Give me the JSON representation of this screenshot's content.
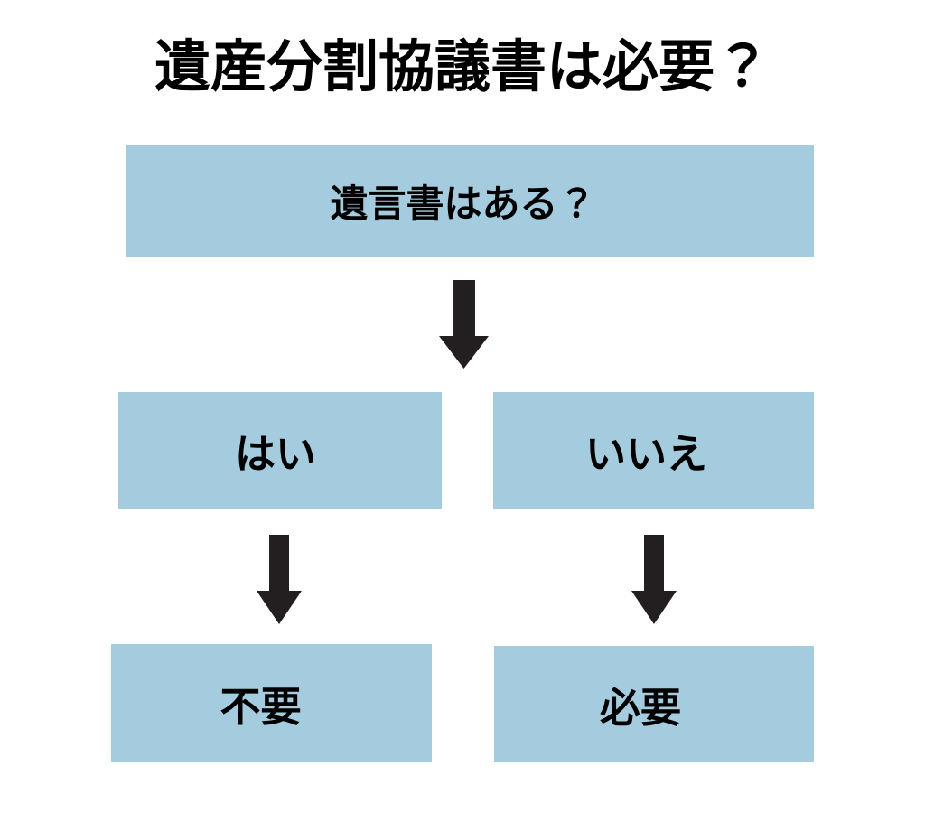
{
  "page": {
    "title": "遺産分割協議書は必要？",
    "background_color": "#ffffff"
  },
  "colors": {
    "node_fill": "#a5ccde",
    "text": "#000000",
    "arrow": "#231f20"
  },
  "flowchart": {
    "type": "decision-tree",
    "heading": "遺産分割協議書は必要？",
    "nodes": [
      {
        "id": "root",
        "label": "遺言書はある？",
        "role": "question",
        "level": 1
      },
      {
        "id": "yes",
        "label": "はい",
        "role": "answer",
        "level": 2,
        "column": "left"
      },
      {
        "id": "no",
        "label": "いいえ",
        "role": "answer",
        "level": 2,
        "column": "right"
      },
      {
        "id": "not-required",
        "label": "不要",
        "role": "outcome",
        "level": 3,
        "column": "left"
      },
      {
        "id": "required",
        "label": "必要",
        "role": "outcome",
        "level": 3,
        "column": "right"
      }
    ],
    "arrows": [
      {
        "id": "root-split",
        "from": "root",
        "to": "answers",
        "direction": "down",
        "icon": "arrow-down-icon"
      },
      {
        "id": "yes-down",
        "from": "yes",
        "to": "not-required",
        "direction": "down",
        "icon": "arrow-down-icon"
      },
      {
        "id": "no-down",
        "from": "no",
        "to": "required",
        "direction": "down",
        "icon": "arrow-down-icon"
      }
    ]
  }
}
